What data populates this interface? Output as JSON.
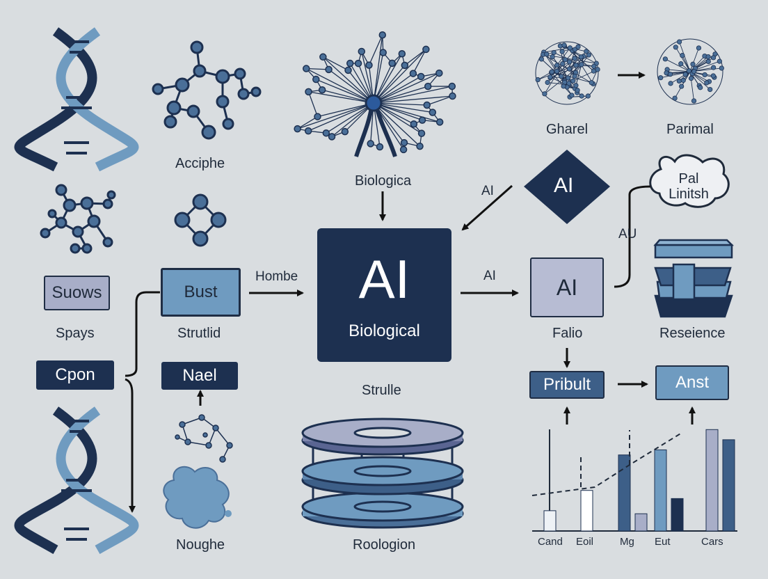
{
  "colors": {
    "background": "#d9dde0",
    "navy": "#1d3050",
    "steel_blue": "#6f9bc0",
    "lavender": "#a8aec8"
  },
  "nodes": {
    "acciphe": "Acciphe",
    "biologica": "Biologica",
    "gharel": "Gharel",
    "parimal": "Parimal",
    "ai_diamond": "AI",
    "pal_linitsh": "Pal\nLinitsh",
    "suows": "Suows",
    "spays": "Spays",
    "bust": "Bust",
    "strutlid": "Strutlid",
    "cpon": "Cpon",
    "nael": "Nael",
    "noughe": "Noughe",
    "center_title": "AI",
    "center_subtitle": "Biological",
    "strulle": "Strulle",
    "roologion": "Roologion",
    "ai_right_box": "AI",
    "falio": "Falio",
    "reseience": "Reseience",
    "pribult": "Pribult",
    "anst": "Anst"
  },
  "edge_labels": {
    "hombe": "Hombe",
    "ai_diag": "AI",
    "ai_right": "AI",
    "au": "AU"
  },
  "chart_data": {
    "type": "bar",
    "categories": [
      "Cand",
      "Eoil",
      "Mg",
      "Eut",
      "Cars"
    ],
    "series": [
      {
        "values": [
          2,
          4,
          7.5,
          8,
          10
        ]
      },
      {
        "values": [
          0,
          0,
          1.7,
          3.2,
          9
        ]
      }
    ],
    "xlabel": "",
    "ylabel": "",
    "grid": false
  }
}
